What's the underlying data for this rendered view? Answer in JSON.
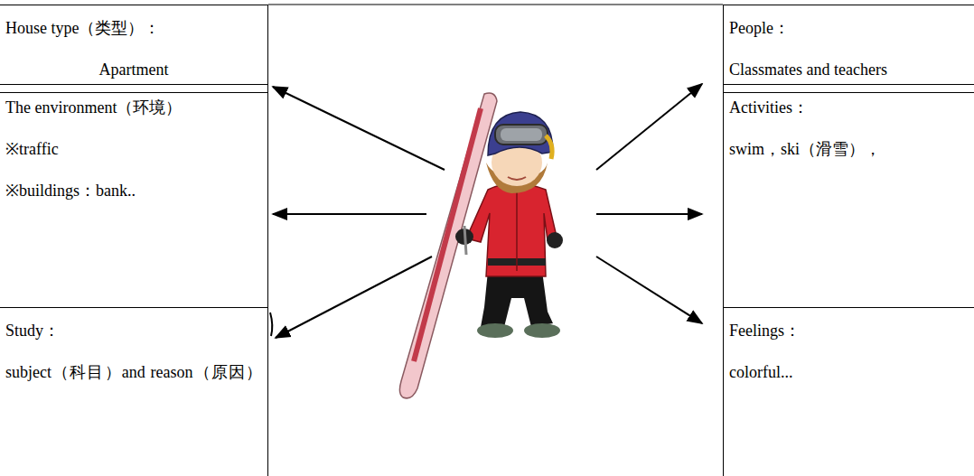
{
  "diagram": {
    "nodes": [
      {
        "text": [
          "House type（类型）：",
          "Apartment"
        ]
      },
      {
        "text": [
          "The environment（环境）",
          "※traffic",
          "※buildings：bank.."
        ]
      },
      {
        "text": [
          "Study：",
          "subject（科目）and reason（原因）"
        ]
      },
      {
        "text": [
          "People：",
          "Classmates and teachers"
        ]
      },
      {
        "text": [
          "Activities：",
          "swim，ski（滑雪），"
        ]
      },
      {
        "text": [
          "Feelings：",
          "colorful..."
        ]
      }
    ]
  }
}
